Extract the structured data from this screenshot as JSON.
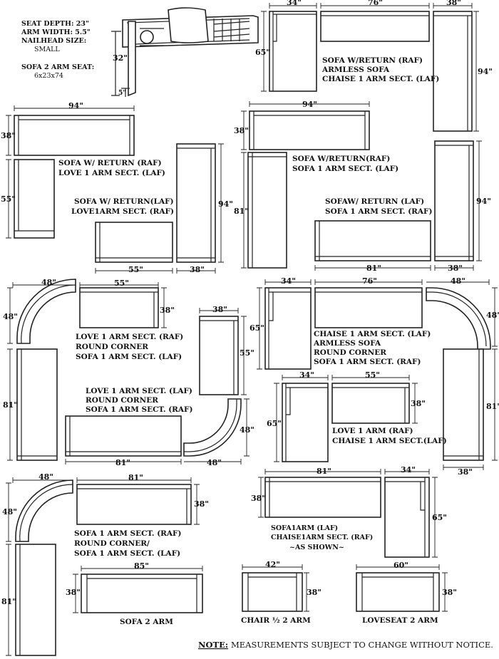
{
  "specs": {
    "seat_depth": "SEAT DEPTH: 23\"",
    "arm_width": "ARM WIDTH: 5.5\"",
    "nailhead_size": "NAILHEAD SIZE:",
    "nailhead_value": "SMALL",
    "sofa_arm_seat": "SOFA 2 ARM SEAT:",
    "sofa_arm_seat_value": "6x23x74",
    "height": "32\"",
    "arm_dim": "5\""
  },
  "configs": {
    "c1": [
      "SOFA W/RETURN (RAF)",
      "ARMLESS SOFA",
      "CHAISE 1 ARM SECT. (LAF)"
    ],
    "c2": [
      "SOFA W/ RETURN (RAF)",
      "LOVE 1 ARM SECT. (LAF)"
    ],
    "c3": [
      "SOFA W/ RETURN(LAF)",
      "LOVE1ARM SECT. (RAF)"
    ],
    "c4": [
      "SOFA W/RETURN(RAF)",
      "SOFA 1 ARM SECT. (LAF)"
    ],
    "c5": [
      "SOFAW/ RETURN (LAF)",
      "SOFA 1 ARM SECT. (RAF)"
    ],
    "c6": [
      "LOVE 1 ARM SECT. (RAF)",
      "ROUND CORNER",
      "SOFA 1 ARM SECT. (LAF)"
    ],
    "c7": [
      "LOVE 1 ARM SECT. (LAF)",
      "ROUND CORNER",
      "SOFA 1 ARM SECT. (RAF)"
    ],
    "c8": [
      "CHAISE 1 ARM SECT. (LAF)",
      "ARMLESS SOFA",
      "ROUND CORNER",
      "SOFA 1 ARM SECT. (RAF)"
    ],
    "c9": [
      "LOVE 1 ARM (RAF)",
      "CHAISE 1 ARM SECT.(LAF)"
    ],
    "c10": [
      "SOFA 1 ARM SECT. (RAF)",
      "ROUND CORNER/",
      "SOFA 1 ARM SECT. (LAF)"
    ],
    "c11": [
      "SOFA1ARM (LAF)",
      "CHAISE1ARM SECT. (RAF)",
      "~AS SHOWN~"
    ],
    "sofa2arm": "SOFA 2 ARM",
    "chair2arm": "CHAIR ½  2 ARM",
    "loveseat2arm": "LOVESEAT 2 ARM"
  },
  "dims": {
    "d34": "34\"",
    "d76": "76\"",
    "d38": "38\"",
    "d65": "65\"",
    "d94": "94\"",
    "d55": "55\"",
    "d81": "81\"",
    "d48": "48\"",
    "d85": "85\"",
    "d42": "42\"",
    "d60": "60\""
  },
  "note": {
    "label": "NOTE:",
    "text": "MEASUREMENTS SUBJECT TO CHANGE WITHOUT NOTICE."
  }
}
